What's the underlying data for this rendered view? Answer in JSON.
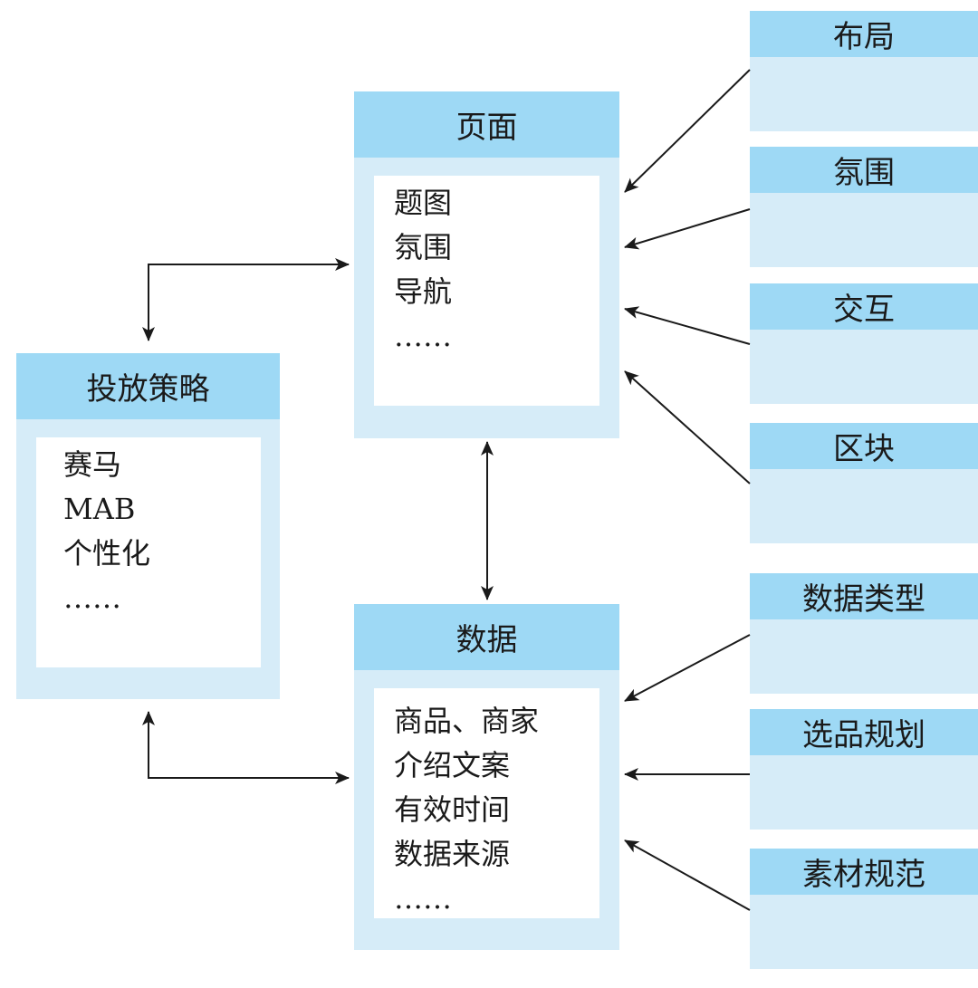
{
  "strategy": {
    "title": "投放策略",
    "items": [
      "赛马",
      "MAB",
      "个性化",
      "……"
    ]
  },
  "page": {
    "title": "页面",
    "items": [
      "题图",
      "氛围",
      "导航",
      "……"
    ]
  },
  "data": {
    "title": "数据",
    "items": [
      "商品、商家",
      "介绍文案",
      "有效时间",
      "数据来源",
      "……"
    ]
  },
  "page_factors": [
    "布局",
    "氛围",
    "交互",
    "区块"
  ],
  "data_factors": [
    "数据类型",
    "选品规划",
    "素材规范"
  ]
}
